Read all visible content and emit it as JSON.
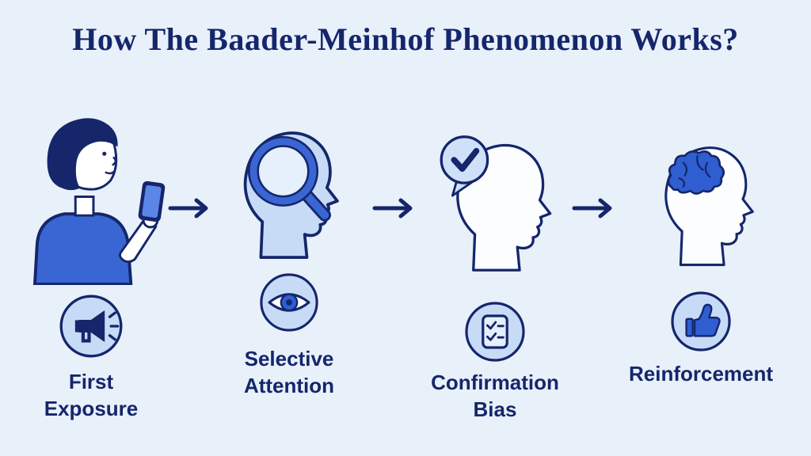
{
  "title": "How The Baader-Meinhof Phenomenon Works?",
  "colors": {
    "background": "#e8f0fa",
    "ink_navy": "#15266b",
    "accent_blue": "#2f5ed0",
    "light_blue_fill": "#c7dbf7",
    "pale_fill": "#e6effc"
  },
  "stages": [
    {
      "label": "First Exposure",
      "illustration": "woman-looking-at-phone",
      "badge_icon": "megaphone-icon"
    },
    {
      "label": "Selective Attention",
      "illustration": "head-with-magnifying-glass",
      "badge_icon": "eye-icon"
    },
    {
      "label": "Confirmation Bias",
      "illustration": "head-with-check-bubble",
      "badge_icon": "checklist-icon"
    },
    {
      "label": "Reinforcement",
      "illustration": "head-with-brain",
      "badge_icon": "thumbs-up-icon"
    }
  ],
  "arrow_icon": "arrow-right-icon"
}
